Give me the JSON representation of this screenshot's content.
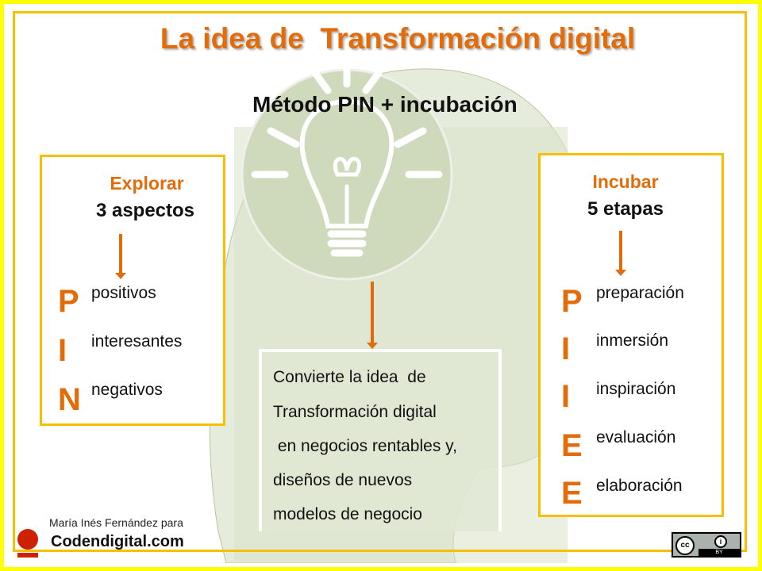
{
  "title": "La idea de  Transformación digital",
  "subtitle": "Método PIN + incubación",
  "colors": {
    "accent_orange": "#e36c0a",
    "border_yellow": "#f5c000",
    "outer_yellow": "#ffff00",
    "sage_green": "#cfdabd",
    "logo_red": "#cc2200"
  },
  "left_box": {
    "heading": "Explorar",
    "subheading": "3 aspectos",
    "letters": [
      "P",
      "I",
      "N"
    ],
    "items": [
      "positivos",
      "interesantes",
      "negativos"
    ]
  },
  "right_box": {
    "heading": "Incubar",
    "subheading": "5 etapas",
    "letters": [
      "P",
      "I",
      "I",
      "E",
      "E"
    ],
    "items": [
      "preparación",
      "inmersión",
      "inspiración",
      "evaluación",
      "elaboración"
    ]
  },
  "center_box": {
    "lines": [
      "Convierte la idea  de",
      "Transformación digital",
      " en negocios rentables y,",
      "diseños de nuevos",
      "modelos de negocio"
    ]
  },
  "footer": {
    "author": "María Inés Fernández para",
    "brand": "Codendigital.com",
    "license_badge": {
      "cc": "cc",
      "by": "BY",
      "icon": "attribution-icon"
    }
  }
}
